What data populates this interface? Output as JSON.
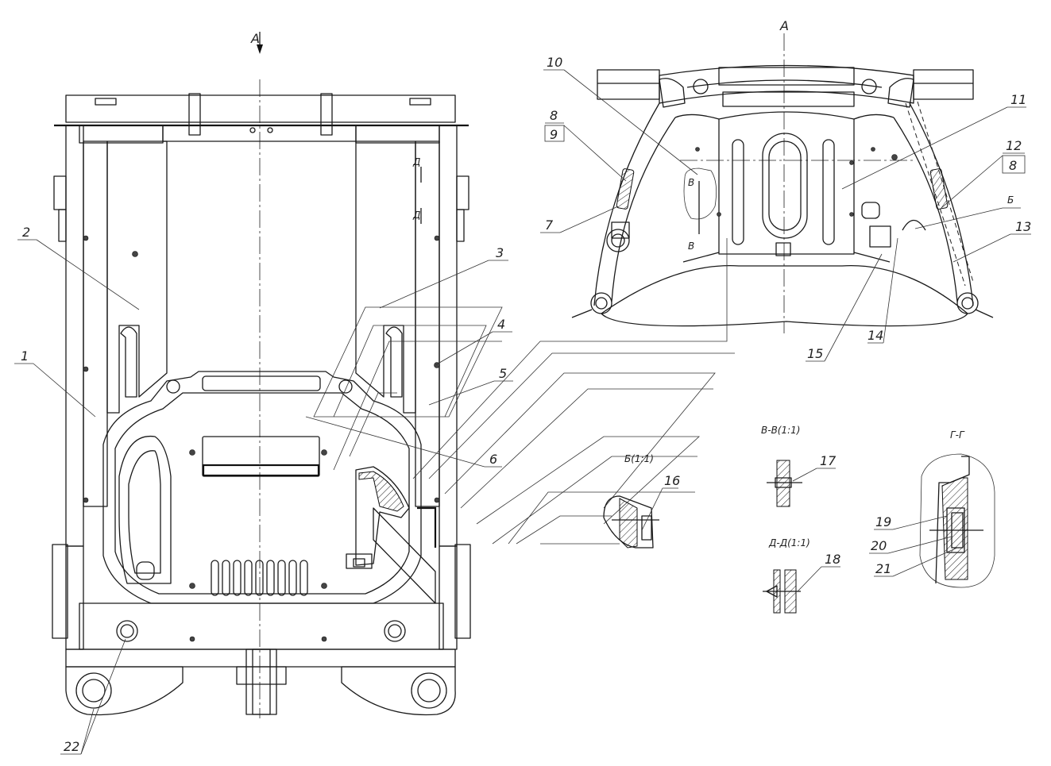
{
  "view_marks": {
    "a_left": "А",
    "a_right": "А",
    "b_top": "В",
    "b_bottom": "В",
    "b_mark": "Б",
    "d_top": "Д",
    "d_bottom": "Д"
  },
  "section_titles": {
    "detail_b": "Б(1:1)",
    "section_vv": "В-В(1:1)",
    "section_dd": "Д-Д(1:1)",
    "section_gg": "Г-Г"
  },
  "callouts": {
    "c1": "1",
    "c2": "2",
    "c3": "3",
    "c4": "4",
    "c5": "5",
    "c6": "6",
    "c7": "7",
    "c8_top": "8",
    "c9": "9",
    "c10": "10",
    "c11": "11",
    "c12": "12",
    "c8_box": "8",
    "c13": "13",
    "c14": "14",
    "c15": "15",
    "c16": "16",
    "c17": "17",
    "c18": "18",
    "c19": "19",
    "c20": "20",
    "c21": "21",
    "c22": "22"
  }
}
